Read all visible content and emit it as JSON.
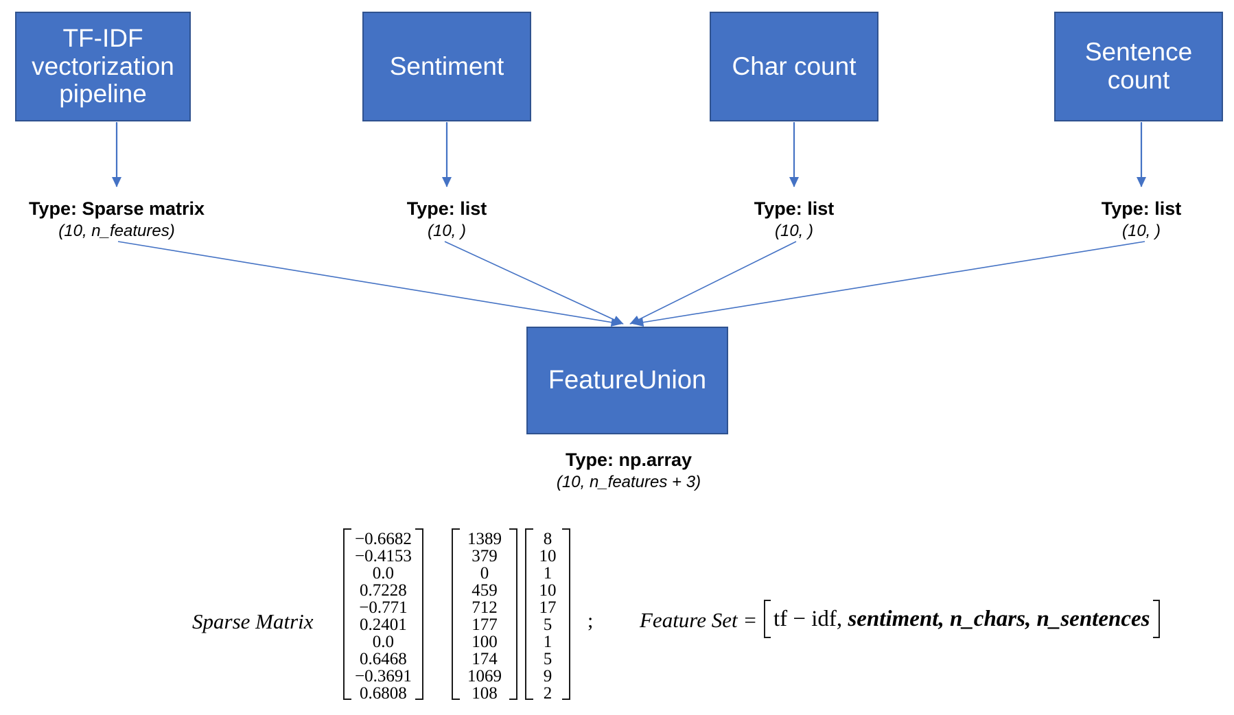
{
  "diagram": {
    "title": "FeatureUnion pipeline diagram",
    "colors": {
      "box_fill": "#4472C4",
      "box_border": "#2F528F",
      "arrow": "#4472C4",
      "text_on_box": "#FFFFFF",
      "label_text": "#000000"
    },
    "sources": [
      {
        "id": "tfidf",
        "lines": [
          "TF-IDF",
          "vectorization",
          "pipeline"
        ],
        "type_label": "Type: Sparse matrix",
        "shape_label": "(10, n_features)"
      },
      {
        "id": "sentiment",
        "lines": [
          "Sentiment"
        ],
        "type_label": "Type: list",
        "shape_label": "(10, )"
      },
      {
        "id": "char-count",
        "lines": [
          "Char count"
        ],
        "type_label": "Type: list",
        "shape_label": "(10, )"
      },
      {
        "id": "sentence-count",
        "lines": [
          "Sentence",
          "count"
        ],
        "type_label": "Type: list",
        "shape_label": "(10, )"
      }
    ],
    "union": {
      "label": "FeatureUnion",
      "type_label": "Type: np.array",
      "shape_label": "(10, n_features + 3)"
    },
    "equation": {
      "sparse_matrix_label": "Sparse Matrix",
      "separator": ";",
      "feature_set_label": "Feature Set =",
      "feature_terms_roman": "tf − idf,",
      "feature_terms_italic": "  sentiment,  n_chars, n_sentences"
    }
  },
  "chart_data": {
    "type": "table",
    "title": "FeatureUnion output columns (10 rows)",
    "columns": [
      "tf-idf",
      "n_chars",
      "n_sentences"
    ],
    "column_matrices": [
      [
        "−0.6682",
        "−0.4153",
        "0.0",
        "0.7228",
        "−0.771",
        "0.2401",
        "0.0",
        "0.6468",
        "−0.3691",
        "0.6808"
      ],
      [
        "1389",
        "379",
        "0",
        "459",
        "712",
        "177",
        "100",
        "174",
        "1069",
        "108"
      ],
      [
        "8",
        "10",
        "1",
        "10",
        "17",
        "5",
        "1",
        "5",
        "9",
        "2"
      ]
    ],
    "n_rows": 10
  }
}
